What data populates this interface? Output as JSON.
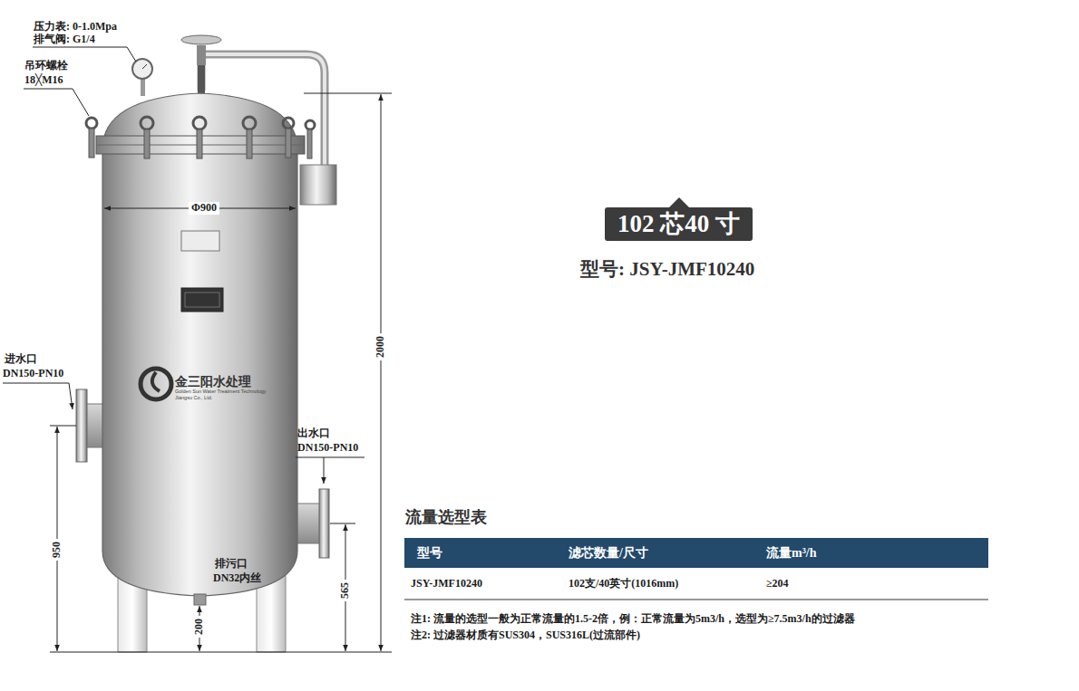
{
  "diagram": {
    "nodes": [
      {
        "text": [
          "102 芯40 寸"
        ]
      },
      {
        "text": [
          "型号",
          "滤芯数量/尺寸",
          "流量m³/h"
        ]
      }
    ],
    "labels": [
      "压力表: 0-1.0Mpa",
      "排气阀: G1/4",
      "吊环螺栓",
      "18╳M16",
      "Φ900",
      "2000",
      "进水口",
      "DN150-PN10",
      "出水口",
      "DN150-PN10",
      "950",
      "565",
      "排污口",
      "DN32内丝",
      "200",
      "金三阳水处理",
      "Golden Sun Water Treatment Technology",
      "Jiangsu Co., Ltd.",
      "型号: JSY-JMF10240",
      "流量选型表",
      "JSY-JMF10240",
      "102支/40英寸(1016mm)",
      "≥204",
      "注1:  流量的选型一般为正常流量的1.5-2倍，例：正常流量为5m3/h，选型为≥7.5m3/h的过滤器",
      "注2:  过滤器材质有SUS304，SUS316L(过流部件)"
    ]
  }
}
